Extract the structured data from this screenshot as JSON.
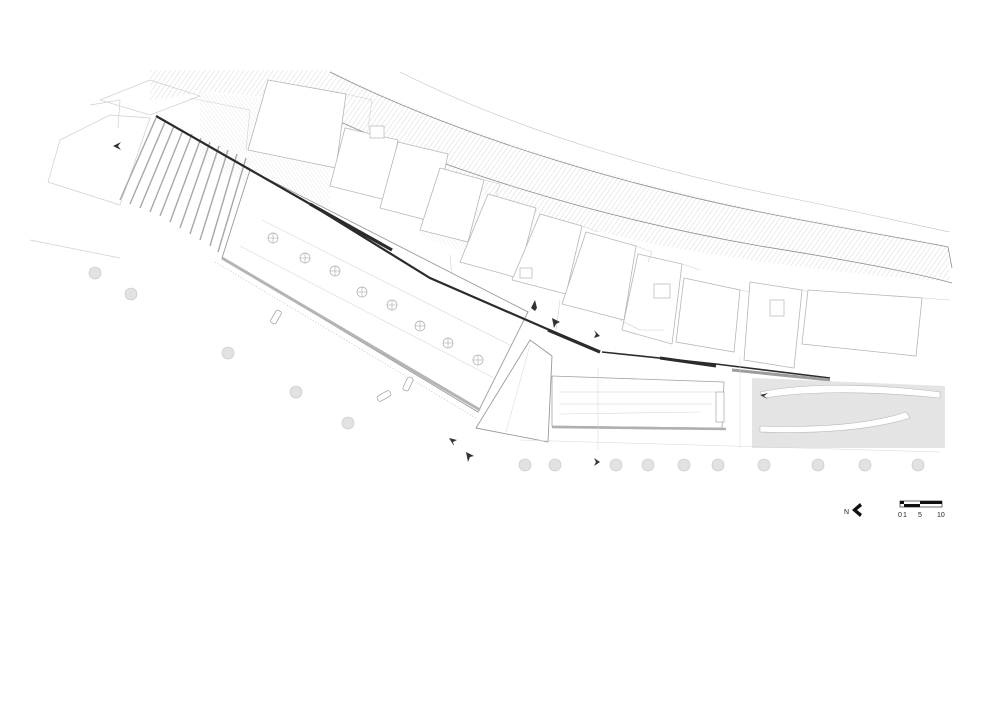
{
  "north_arrow": {
    "label": "N"
  },
  "scale_bar": {
    "labels": [
      "0",
      "1",
      "5",
      "10"
    ]
  },
  "colors": {
    "line": "#9a9a9a",
    "light_line": "#c8c8c8",
    "dark_line": "#2b2b2b",
    "road_hatch": "#c9c9c9",
    "fill_gray": "#e4e4e4",
    "tree_fill": "#e2e2e2",
    "tree_stroke": "#c4c4c4"
  }
}
